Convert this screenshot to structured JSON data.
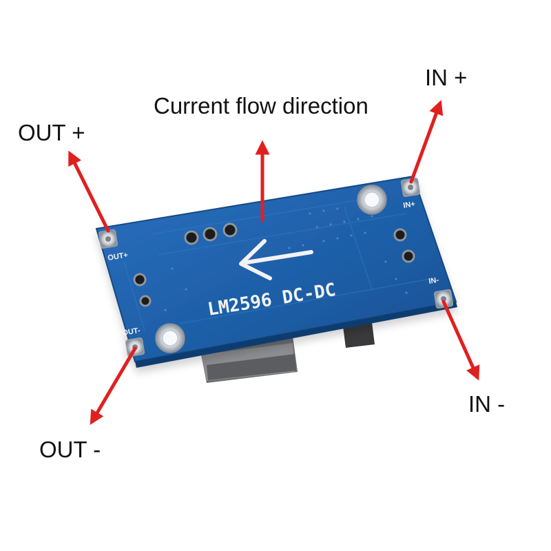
{
  "callouts": {
    "current_flow": "Current flow direction",
    "out_plus": "OUT +",
    "in_plus": "IN +",
    "in_minus": "IN -",
    "out_minus": "OUT -"
  },
  "board": {
    "chip_label": "LM2596 DC-DC",
    "silk_out_plus": "OUT+",
    "silk_in_plus": "IN+",
    "silk_in_minus": "IN-",
    "silk_out_minus": "OUT-"
  },
  "colors": {
    "pcb_blue": "#1e5fa8",
    "arrow_red": "#e0201f",
    "silkscreen": "#f2f2f2"
  }
}
